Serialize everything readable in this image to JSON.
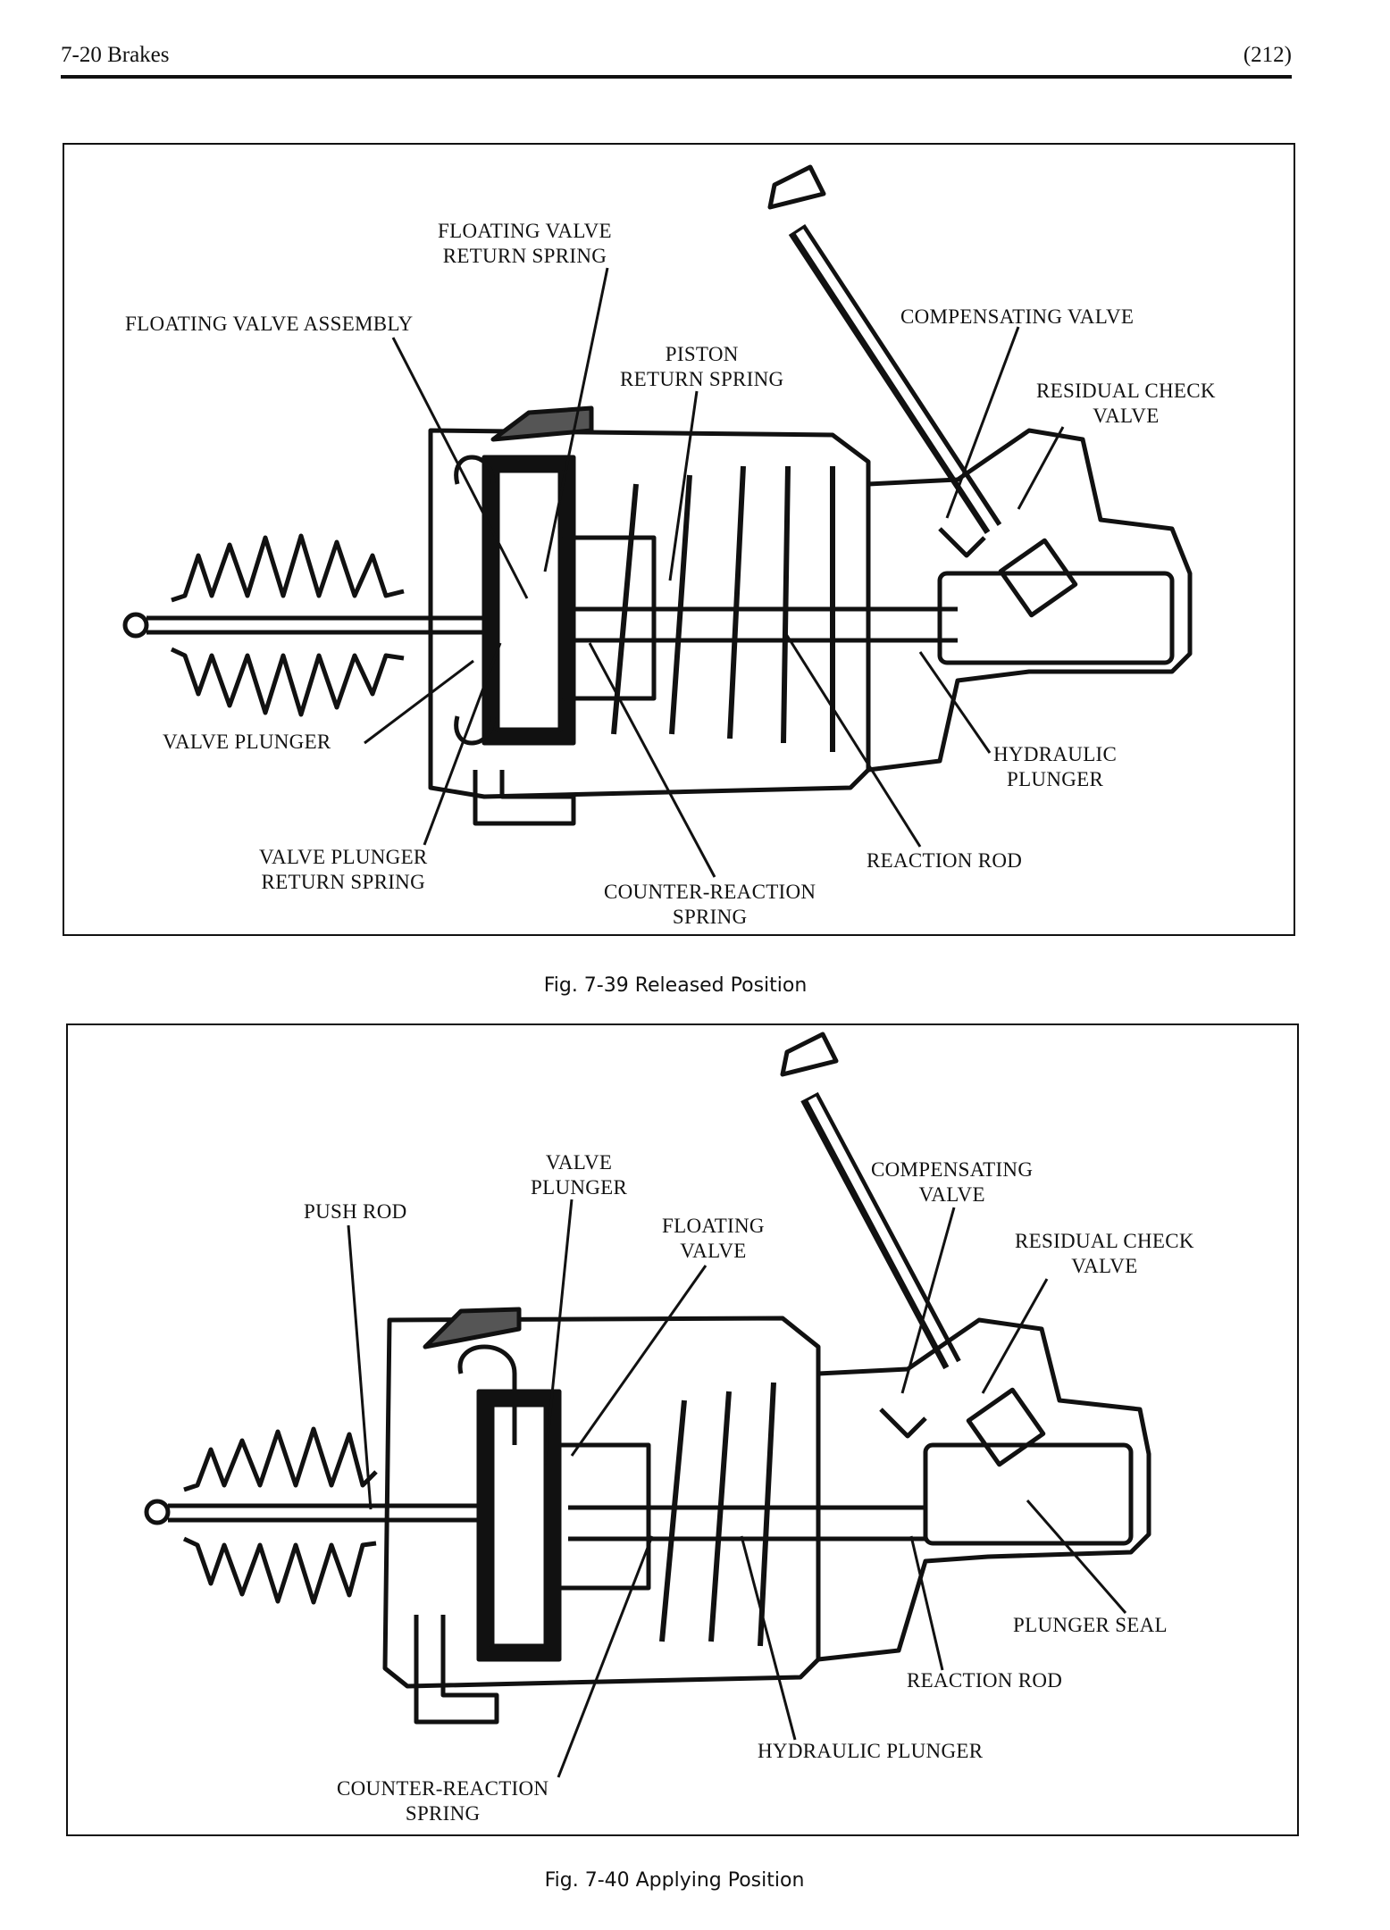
{
  "header": {
    "left": "7-20   Brakes",
    "right": "(212)"
  },
  "fig1": {
    "caption": "Fig. 7-39   Released Position",
    "labels": {
      "floating_valve_return_spring": "FLOATING VALVE\nRETURN SPRING",
      "floating_valve_assembly": "FLOATING VALVE ASSEMBLY",
      "piston_return_spring": "PISTON\nRETURN SPRING",
      "compensating_valve": "COMPENSATING VALVE",
      "residual_check_valve": "RESIDUAL CHECK\nVALVE",
      "valve_plunger": "VALVE PLUNGER",
      "hydraulic_plunger": "HYDRAULIC\nPLUNGER",
      "valve_plunger_return_spring": "VALVE PLUNGER\nRETURN SPRING",
      "reaction_rod": "REACTION ROD",
      "counter_reaction_spring": "COUNTER-REACTION\nSPRING"
    }
  },
  "fig2": {
    "caption": "Fig. 7-40   Applying Position",
    "labels": {
      "valve_plunger": "VALVE\nPLUNGER",
      "compensating_valve": "COMPENSATING\nVALVE",
      "push_rod": "PUSH ROD",
      "floating_valve": "FLOATING\nVALVE",
      "residual_check_valve": "RESIDUAL CHECK\nVALVE",
      "plunger_seal": "PLUNGER SEAL",
      "reaction_rod": "REACTION ROD",
      "hydraulic_plunger": "HYDRAULIC PLUNGER",
      "counter_reaction_spring": "COUNTER-REACTION\nSPRING"
    }
  }
}
